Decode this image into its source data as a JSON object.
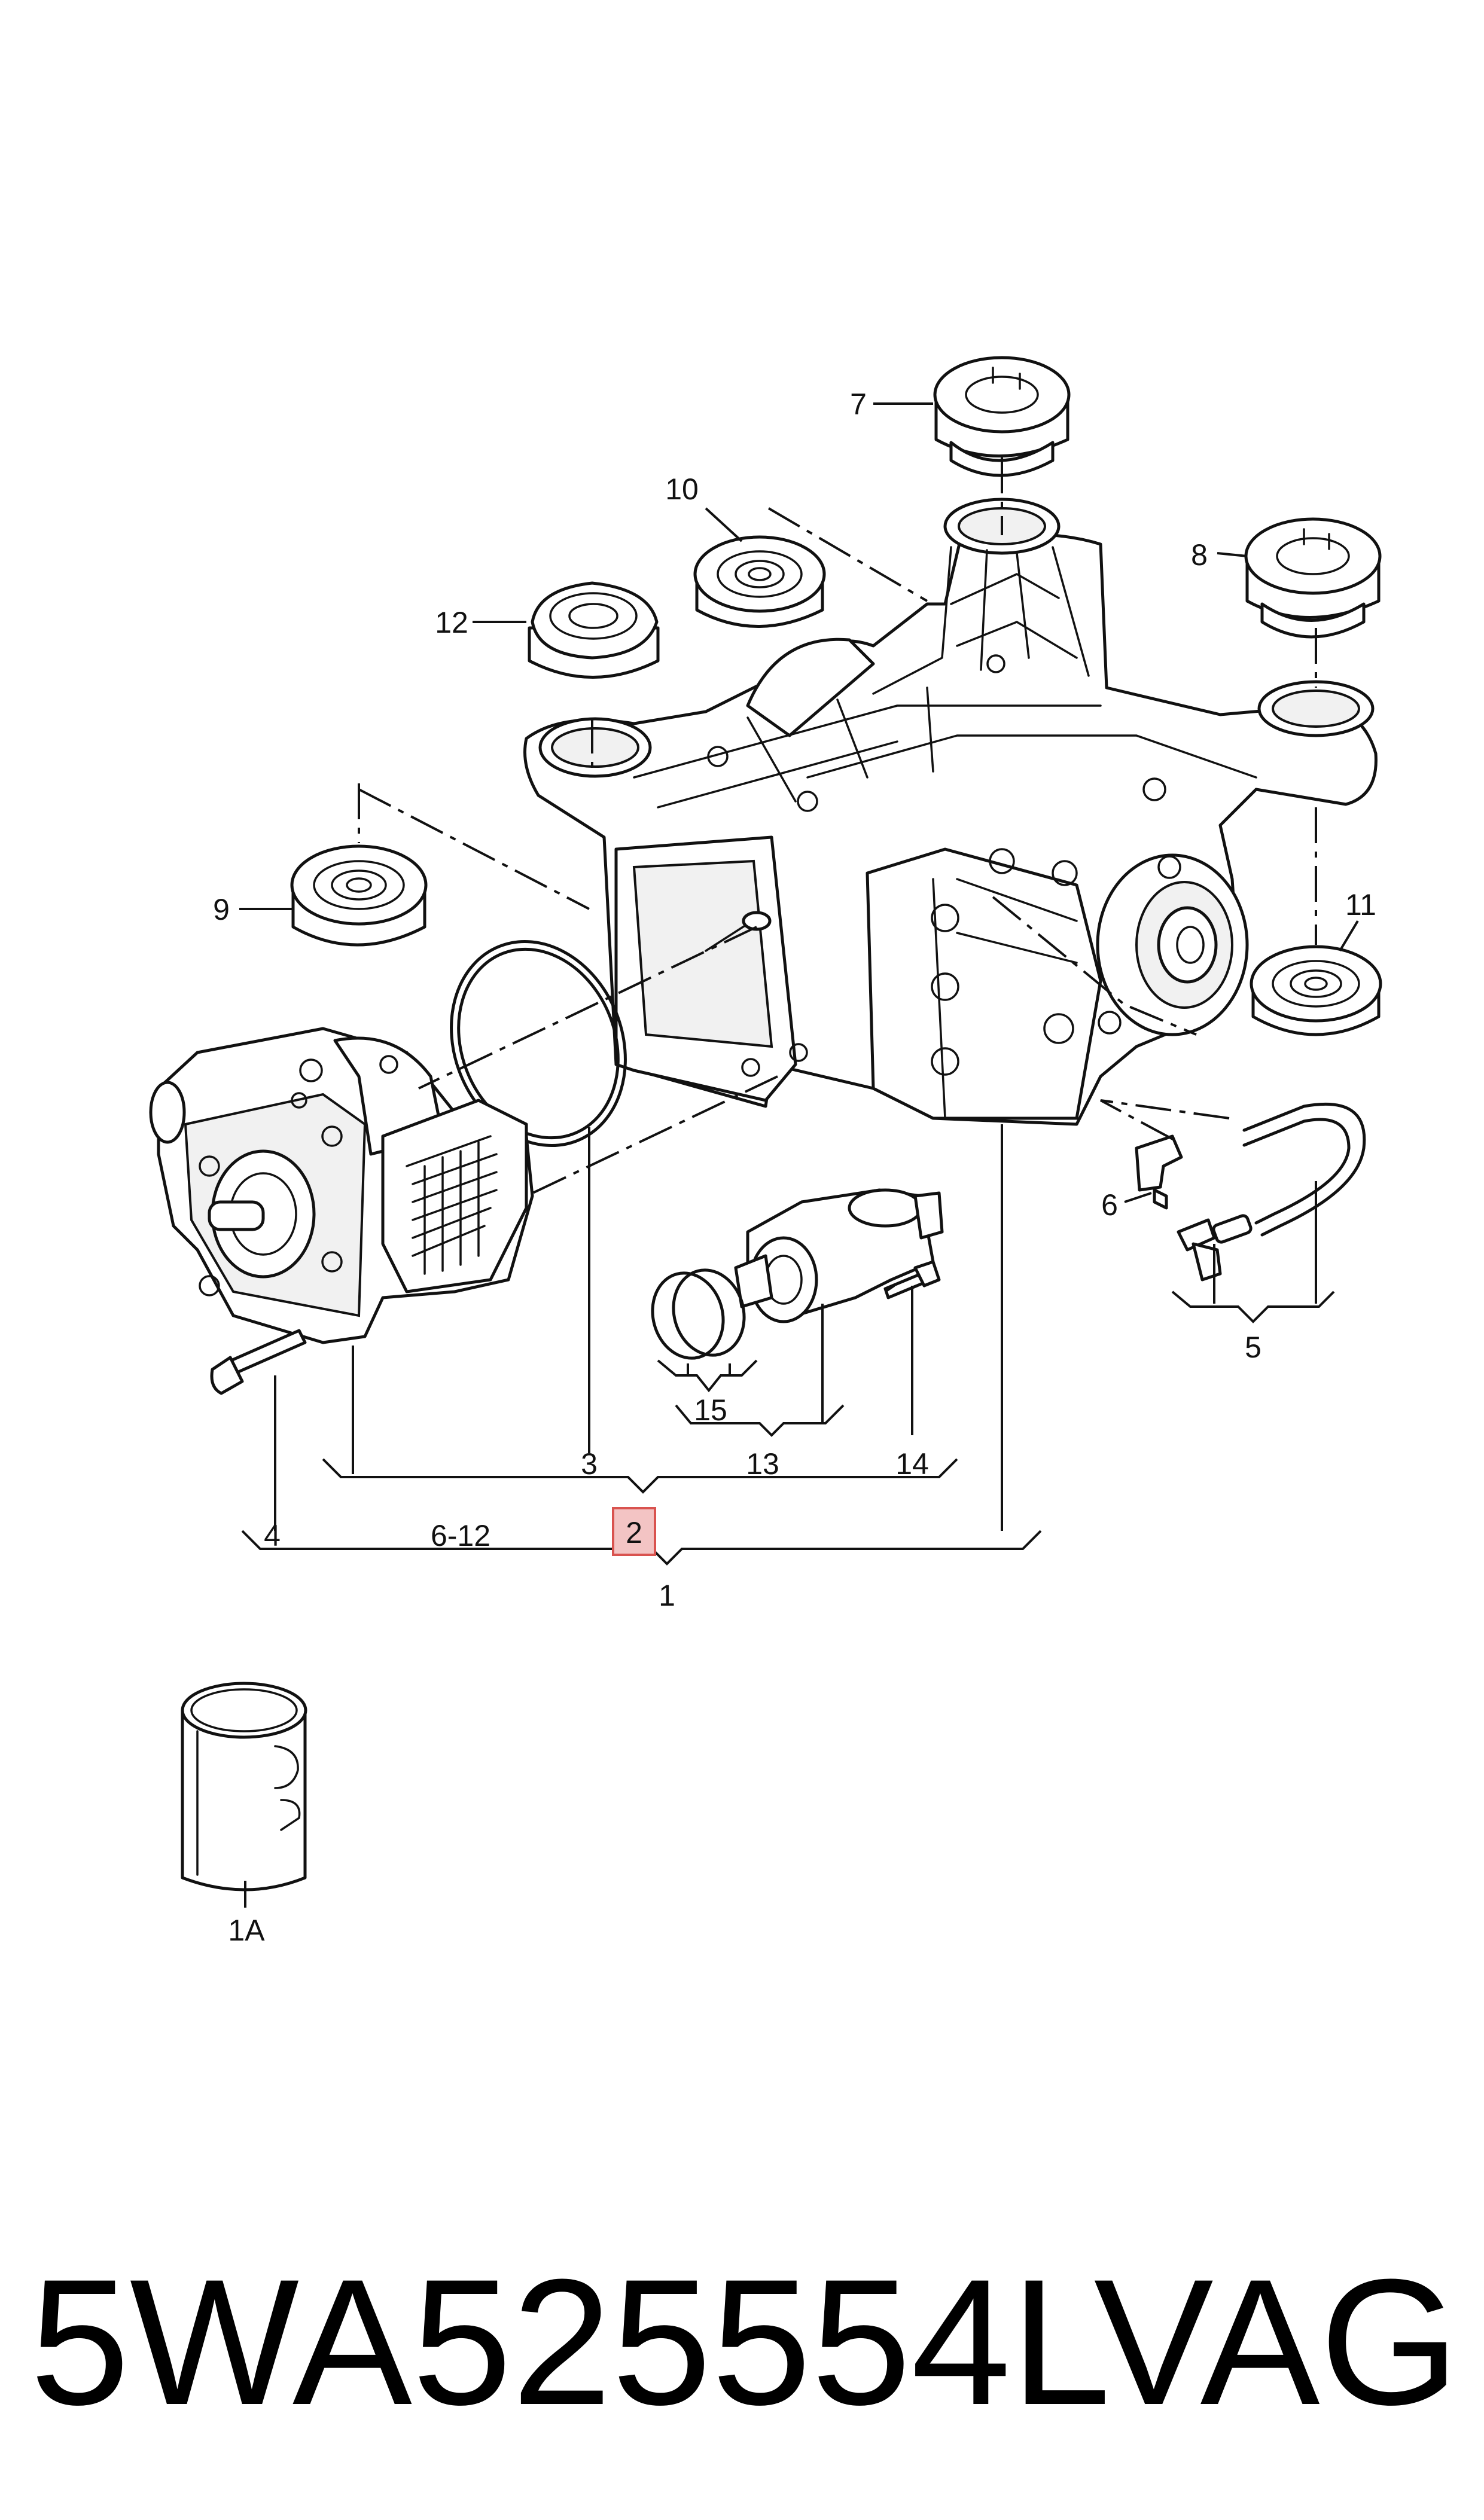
{
  "diagram": {
    "callouts": {
      "c7": "7",
      "c10": "10",
      "c8": "8",
      "c12": "12",
      "c9": "9",
      "c11": "11",
      "c6": "6",
      "c5": "5",
      "c15": "15",
      "c13": "13",
      "c14": "14",
      "c3": "3",
      "c4": "4",
      "c6_12": "6-12",
      "c2": "2",
      "c1": "1",
      "c1a": "1A"
    },
    "highlight_color": "#f3c4c4",
    "highlight_border": "#d9534f"
  },
  "footer": {
    "part_number": "5WA525554L",
    "brand": "VAG"
  }
}
